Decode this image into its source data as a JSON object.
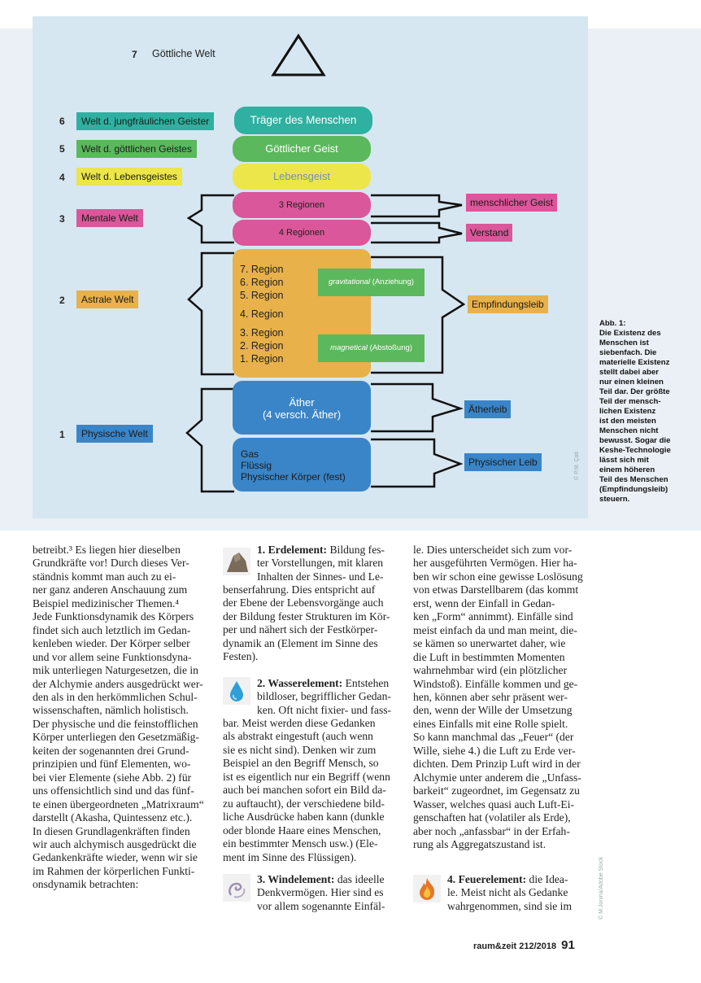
{
  "figure": {
    "levels": [
      {
        "num": "7",
        "label": "Göttliche Welt"
      },
      {
        "num": "6",
        "label": "Welt d. jungfräulichen Geister"
      },
      {
        "num": "5",
        "label": "Welt d. göttlichen Geistes"
      },
      {
        "num": "4",
        "label": "Welt d. Lebensgeistes"
      },
      {
        "num": "3",
        "label": "Mentale Welt"
      },
      {
        "num": "2",
        "label": "Astrale Welt"
      },
      {
        "num": "1",
        "label": "Physische Welt"
      }
    ],
    "pills": {
      "traeger": "Träger des Menschen",
      "goettlicher_geist": "Göttlicher Geist",
      "lebensgeist": "Lebensgeist",
      "regionen3": "3 Regionen",
      "regionen4": "4 Regionen",
      "aether_line1": "Äther",
      "aether_line2": "(4 versch. Äther)",
      "physisch": [
        "Gas",
        "Flüssig",
        "Physischer Körper (fest)"
      ]
    },
    "astral_regions_upper": [
      "7. Region",
      "6. Region",
      "5. Region"
    ],
    "astral_region_middle": "4. Region",
    "astral_regions_lower": [
      "3. Region",
      "2. Region",
      "1. Region"
    ],
    "gravitational": {
      "italic": "gravitational",
      "rest": " (Anziehung)"
    },
    "magnetical": {
      "italic": "magnetical",
      "rest": " (Abstoßung)"
    },
    "right_tags": {
      "menschlicher_geist": "menschlicher Geist",
      "verstand": "Verstand",
      "empfindungsleib": "Empfindungsleib",
      "aetherleib": "Ätherleib",
      "physischer_leib": "Physischer Leib"
    },
    "caption": [
      "Abb. 1:",
      "Die Existenz des",
      "Menschen ist",
      "siebenfach. Die",
      "materielle Existenz",
      "stellt dabei aber",
      "nur einen kleinen",
      "Teil dar. Der größte",
      "Teil der mensch-",
      "lichen Existenz",
      "ist den meisten",
      "Menschen nicht",
      "bewusst. Sogar die",
      "Keshe-Technologie",
      "lässt sich mit",
      "einem höheren",
      "Teil des Menschen",
      "(Empfindungsleib)",
      "steuern."
    ],
    "credit": "© P.M. Çati",
    "colors": {
      "teal": "#2fb0a0",
      "green": "#5cb85c",
      "yellow": "#ece64a",
      "pink": "#d9579a",
      "orange": "#e8b14a",
      "blue": "#3a85c8",
      "panel": "#d6e7f1"
    }
  },
  "text": {
    "col1": [
      "betreibt.³ Es liegen hier dieselben",
      "Grundkräfte vor! Durch dieses Ver-",
      "ständnis kommt man auch zu ei-",
      "ner ganz anderen Anschauung zum",
      "Beispiel medizinischer Themen.⁴",
      "Jede Funktionsdynamik des Körpers",
      "findet sich auch letztlich im Gedan-",
      "kenleben wieder. Der Körper selber",
      "und vor allem seine Funktionsdyna-",
      "mik unterliegen Naturgesetzen, die in",
      "der Alchymie anders ausgedrückt wer-",
      "den als in den herkömmlichen Schul-",
      "wissenschaften, nämlich holistisch.",
      "Der physische und die feinstofflichen",
      "Körper unterliegen den Gesetzmäßig-",
      "keiten der sogenannten drei Grund-",
      "prinzipien und fünf Elementen, wo-",
      "bei vier Elemente (siehe Abb. 2) für",
      "uns offensichtlich sind und das fünf-",
      "te einen übergeordneten „Matrixraum“",
      "darstellt (Akasha, Quintessenz etc.).",
      "In diesen Grundlagenkräften finden",
      "wir auch alchymisch ausgedrückt die",
      "Gedankenkräfte wieder, wenn wir sie",
      "im Rahmen der körperlichen Funkti-",
      "onsdynamik betrachten:"
    ],
    "col2_erd_head": "1. Erdelement:",
    "col2_erd_lines": [
      " Bildung fes-",
      "ter Vorstellungen, mit klaren",
      "Inhalten der Sinnes- und Le-"
    ],
    "col2_erd_rest": [
      "benserfahrung. Dies entspricht auf",
      "der Ebene der Lebensvorgänge auch",
      "der Bildung fester Strukturen im Kör-",
      "per und nähert sich der  Festkörper-",
      "dynamik an (Element im Sinne des",
      "Festen)."
    ],
    "col2_wass_head": "2. Wasserelement:",
    "col2_wass_lines": [
      " Entstehen",
      "bildloser, begrifflicher Gedan-",
      "ken. Oft nicht fixier- und fass-"
    ],
    "col2_wass_rest": [
      "bar. Meist werden diese Gedanken",
      "als abstrakt eingestuft (auch wenn",
      "sie es nicht sind). Denken wir zum",
      "Beispiel an den Begriff Mensch, so",
      "ist es eigentlich nur ein Begriff (wenn",
      "auch bei manchen sofort ein Bild da-",
      "zu auftaucht), der verschiedene bild-",
      "liche Ausdrücke haben kann (dunkle",
      "oder blonde Haare eines Menschen,",
      "ein bestimmter Mensch usw.) (Ele-",
      "ment im Sinne des Flüssigen)."
    ],
    "col2_wind_head": "3. Windelement:",
    "col2_wind_lines": [
      " das ideelle",
      "Denkvermögen. Hier sind es",
      "vor allem sogenannte Einfäl-"
    ],
    "col3": [
      "le. Dies unterscheidet sich zum vor-",
      "her ausgeführten Vermögen. Hier ha-",
      "ben wir schon eine gewisse Loslösung",
      "von etwas Darstellbarem (das kommt",
      "erst, wenn der Einfall in Gedan-",
      "ken „Form“ annimmt). Einfälle sind",
      "meist einfach da und man meint, die-",
      "se kämen so unerwartet daher, wie",
      "die Luft in bestimmten Momenten",
      "wahrnehmbar wird (ein plötzlicher",
      "Windstoß). Einfälle kommen und ge-",
      "hen, können aber sehr präsent wer-",
      "den, wenn der Wille der Umsetzung",
      "eines Einfalls mit eine Rolle spielt.",
      "So kann manchmal das „Feuer“ (der",
      "Wille, siehe 4.) die Luft zu Erde ver-",
      "dichten. Dem Prinzip Luft wird in der",
      "Alchymie unter anderem die „Unfass-",
      "barkeit“ zugeordnet, im Gegensatz zu",
      "Wasser, welches quasi auch Luft-Ei-",
      "genschaften hat (volatiler als Erde),",
      "aber noch „anfassbar“ in der Erfah-",
      "rung als Aggregatszustand ist."
    ],
    "col3_feuer_head": "4. Feuerelement:",
    "col3_feuer_lines": [
      " die Idea-",
      "le. Meist nicht als Gedanke",
      "wahrgenommen, sind sie im"
    ],
    "credit": "© M.Jonina/Adobe Stock"
  },
  "footer": {
    "magazine": "raum&zeit 212/2018",
    "page": "91"
  }
}
